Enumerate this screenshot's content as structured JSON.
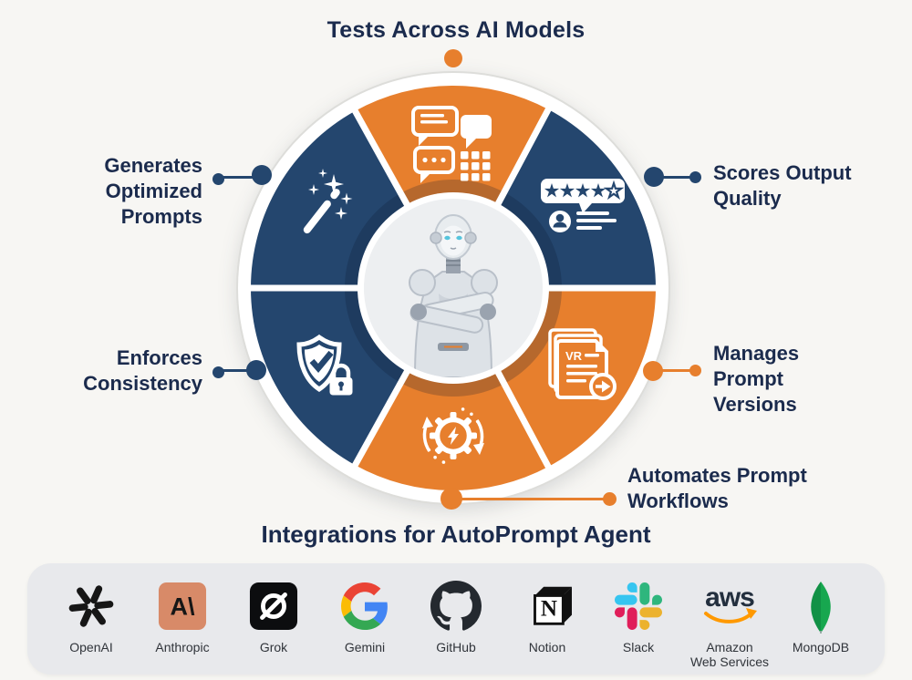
{
  "colors": {
    "orange": "#E77F2D",
    "navy": "#24466E",
    "heading_text": "#1B2B4D",
    "background": "#F7F6F3",
    "logo_bar_bg": "#E8E9EC"
  },
  "wheel": {
    "top_label": "Tests Across AI Models",
    "labels": {
      "generates": "Generates\nOptimized\nPrompts",
      "scores": "Scores Output\nQuality",
      "enforces": "Enforces\nConsistency",
      "manages": "Manages\nPrompt\nVersions",
      "automates": "Automates Prompt\nWorkflows"
    },
    "segments": [
      {
        "position": "top",
        "color": "orange",
        "icon": "chat-bubbles-grid-icon",
        "label": "Tests Across AI Models"
      },
      {
        "position": "upper-right",
        "color": "navy",
        "icon": "star-rating-review-icon",
        "label": "Scores Output Quality"
      },
      {
        "position": "lower-right",
        "color": "orange",
        "icon": "version-documents-icon",
        "label": "Manages Prompt Versions"
      },
      {
        "position": "bottom",
        "color": "orange",
        "icon": "gear-automation-icon",
        "label": "Automates Prompt Workflows"
      },
      {
        "position": "lower-left",
        "color": "navy",
        "icon": "shield-lock-icon",
        "label": "Enforces Consistency"
      },
      {
        "position": "upper-left",
        "color": "navy",
        "icon": "magic-wand-icon",
        "label": "Generates Optimized Prompts"
      }
    ],
    "center": "AI robot with crossed arms"
  },
  "integrations": {
    "heading": "Integrations for AutoPrompt Agent",
    "items": [
      {
        "label": "OpenAI"
      },
      {
        "label": "Anthropic"
      },
      {
        "label": "Grok"
      },
      {
        "label": "Gemini"
      },
      {
        "label": "GitHub"
      },
      {
        "label": "Notion"
      },
      {
        "label": "Slack"
      },
      {
        "label": "Amazon\nWeb Services"
      },
      {
        "label": "MongoDB"
      }
    ]
  }
}
